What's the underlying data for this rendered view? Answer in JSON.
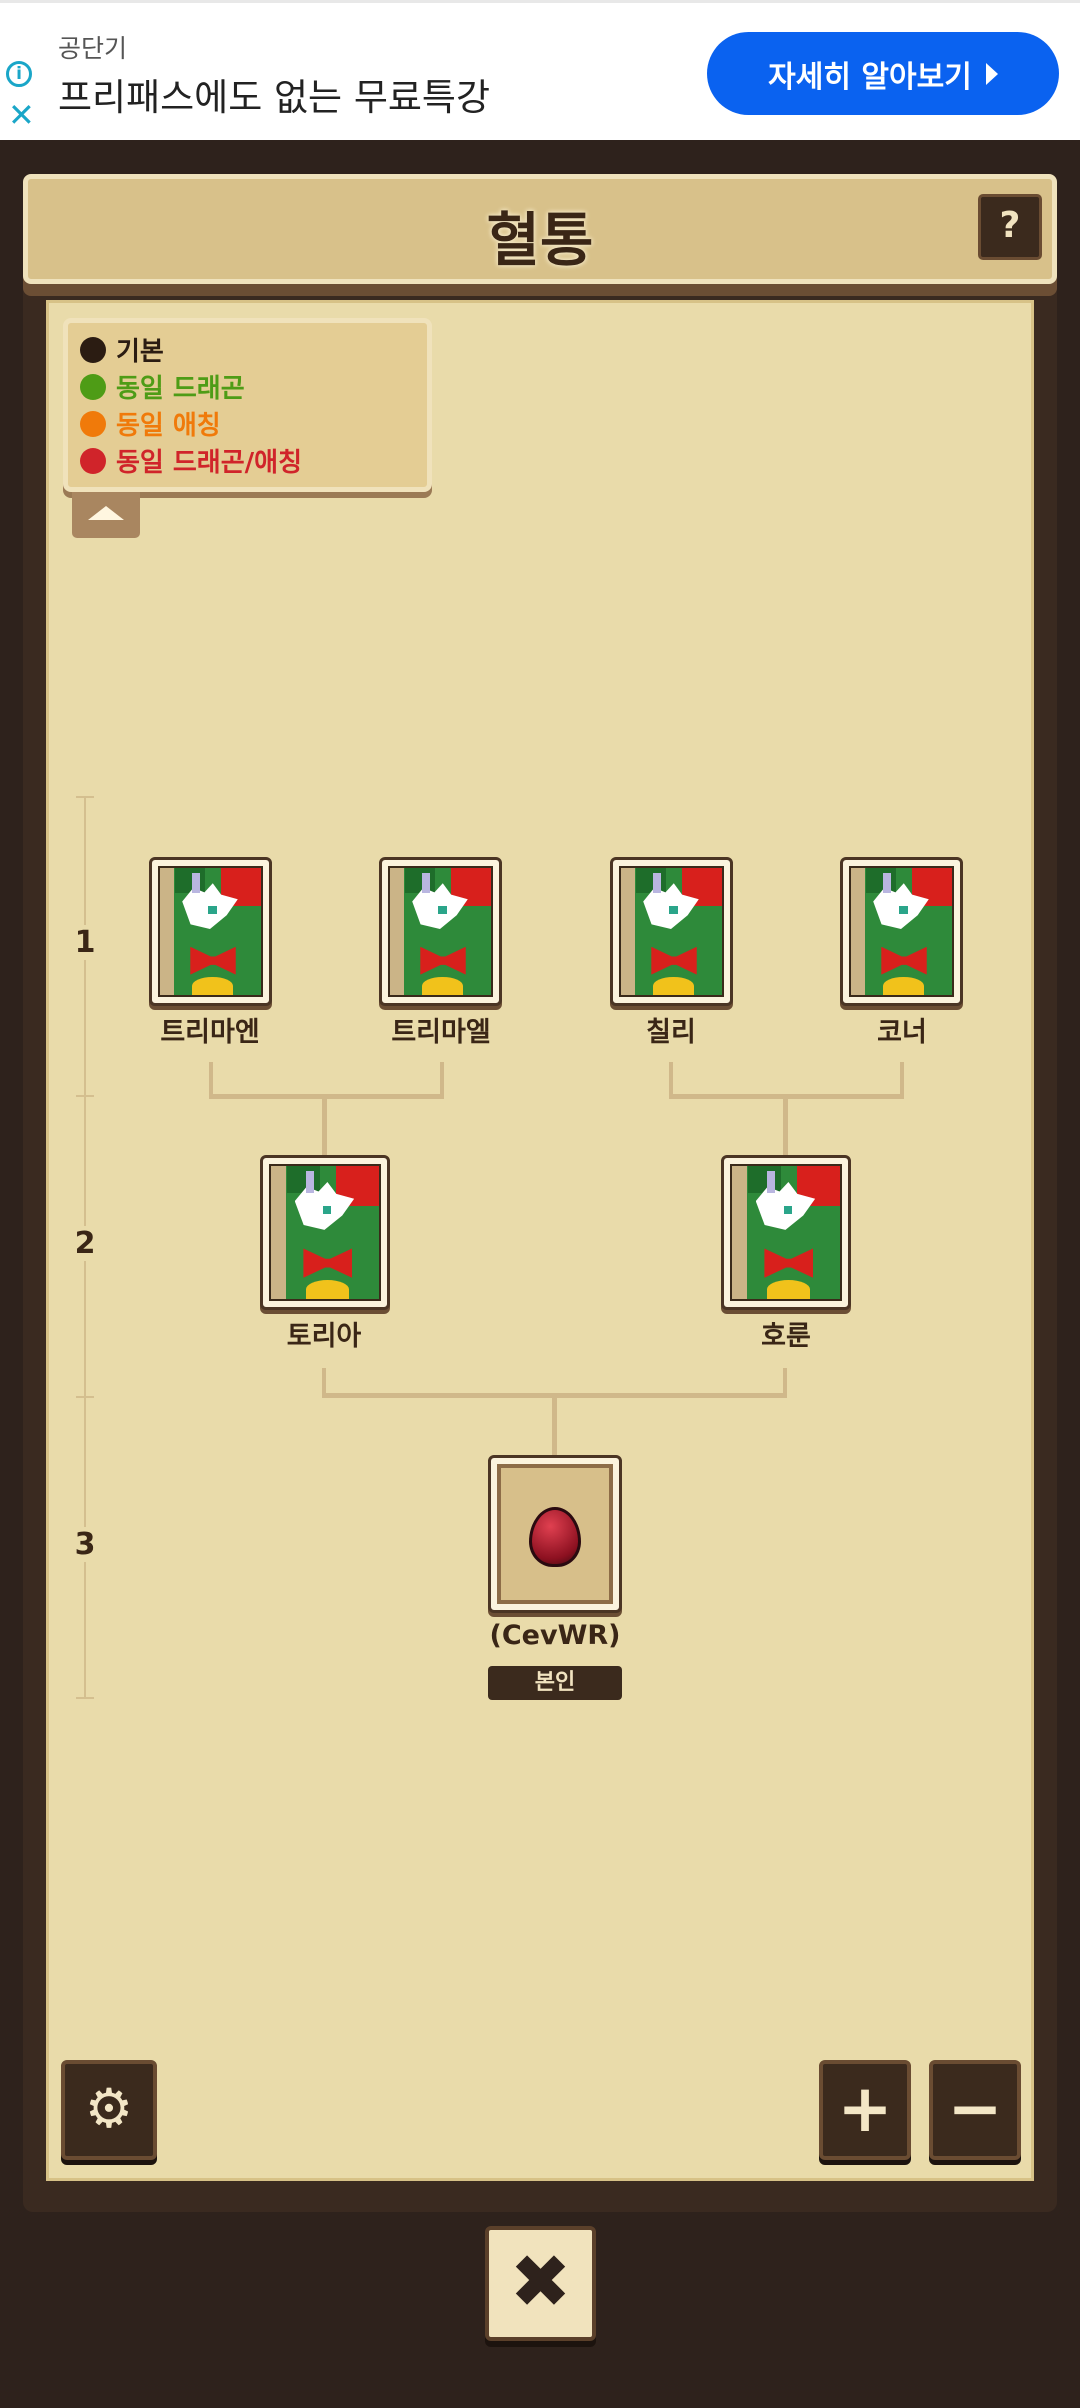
{
  "ad": {
    "brand": "공단기",
    "headline": "프리패스에도 없는 무료특강",
    "cta_label": "자세히 알아보기",
    "info_icon": "i",
    "close_icon": "✕"
  },
  "header": {
    "title": "혈통",
    "help_label": "?"
  },
  "legend": {
    "items": [
      {
        "label": "기본",
        "color": "#2b1c12"
      },
      {
        "label": "동일 드래곤",
        "color": "#4e9c16"
      },
      {
        "label": "동일 애칭",
        "color": "#f07a0a"
      },
      {
        "label": "동일 드래곤/애칭",
        "color": "#d0242a"
      }
    ]
  },
  "generations": [
    "1",
    "2",
    "3"
  ],
  "tree": {
    "gen1": [
      "트리마엔",
      "트리마엘",
      "칠리",
      "코너"
    ],
    "gen2": [
      "토리아",
      "호룬"
    ],
    "gen3": {
      "name": "(CevWR)",
      "badge": "본인"
    }
  },
  "controls": {
    "settings_icon": "⚙",
    "zoom_in": "+",
    "zoom_out": "−",
    "close": "✖"
  }
}
